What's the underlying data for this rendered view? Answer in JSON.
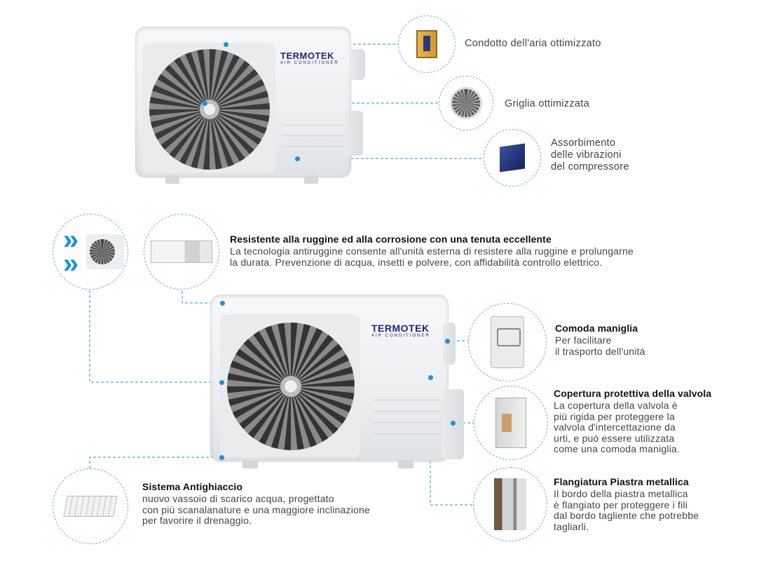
{
  "brand": {
    "name": "TERMOTEK",
    "sub": "AIR CONDITIONER",
    "accent": "#1b2a78"
  },
  "colors": {
    "connector": "#1e8fe0",
    "dashed_circle": "#6ab2e6"
  },
  "top_features": [
    {
      "icon": "air-duct-icon",
      "label": "Condotto dell'aria ottimizzato"
    },
    {
      "icon": "grille-icon",
      "label": "Griglia ottimizzata"
    },
    {
      "icon": "compressor-absorber-icon",
      "lines": [
        "Assorbimento",
        "delle vibrazioni",
        "del compressore"
      ]
    }
  ],
  "features": {
    "rust": {
      "title": "Resistente alla ruggine ed alla corrosione con una tenuta eccellente",
      "lines": [
        "La tecnologia antiruggine consente all'unità esterna di resistere alla ruggine e prolungarne",
        "la durata. Prevenzione di acqua, insetti e polvere, con affidabilità controllo elettrico."
      ]
    },
    "handle": {
      "title": "Comoda maniglia",
      "lines": [
        "Per facilitare",
        "il trasporto dell'unità"
      ]
    },
    "valve": {
      "title": "Copertura protettiva della valvola",
      "lines": [
        "La copertura della valvola è",
        "più rigida per proteggere la",
        "valvola d'intercettazione da",
        "urti, e può essere utilizzata",
        "come una comoda maniglia."
      ]
    },
    "flange": {
      "title": "Flangiatura Piastra metallica",
      "lines": [
        "Il bordo della piastra metallica",
        "è flangiato per proteggere i fili",
        "dal bordo tagliente che potrebbe",
        "tagliarli."
      ]
    },
    "antifreeze": {
      "title": "Sistema Antighiaccio",
      "lines": [
        "nuovo vassoio di scarico acqua, progettato",
        "con più scanalanature e una maggiore inclinazione",
        "per favorire il drenaggio."
      ]
    }
  }
}
